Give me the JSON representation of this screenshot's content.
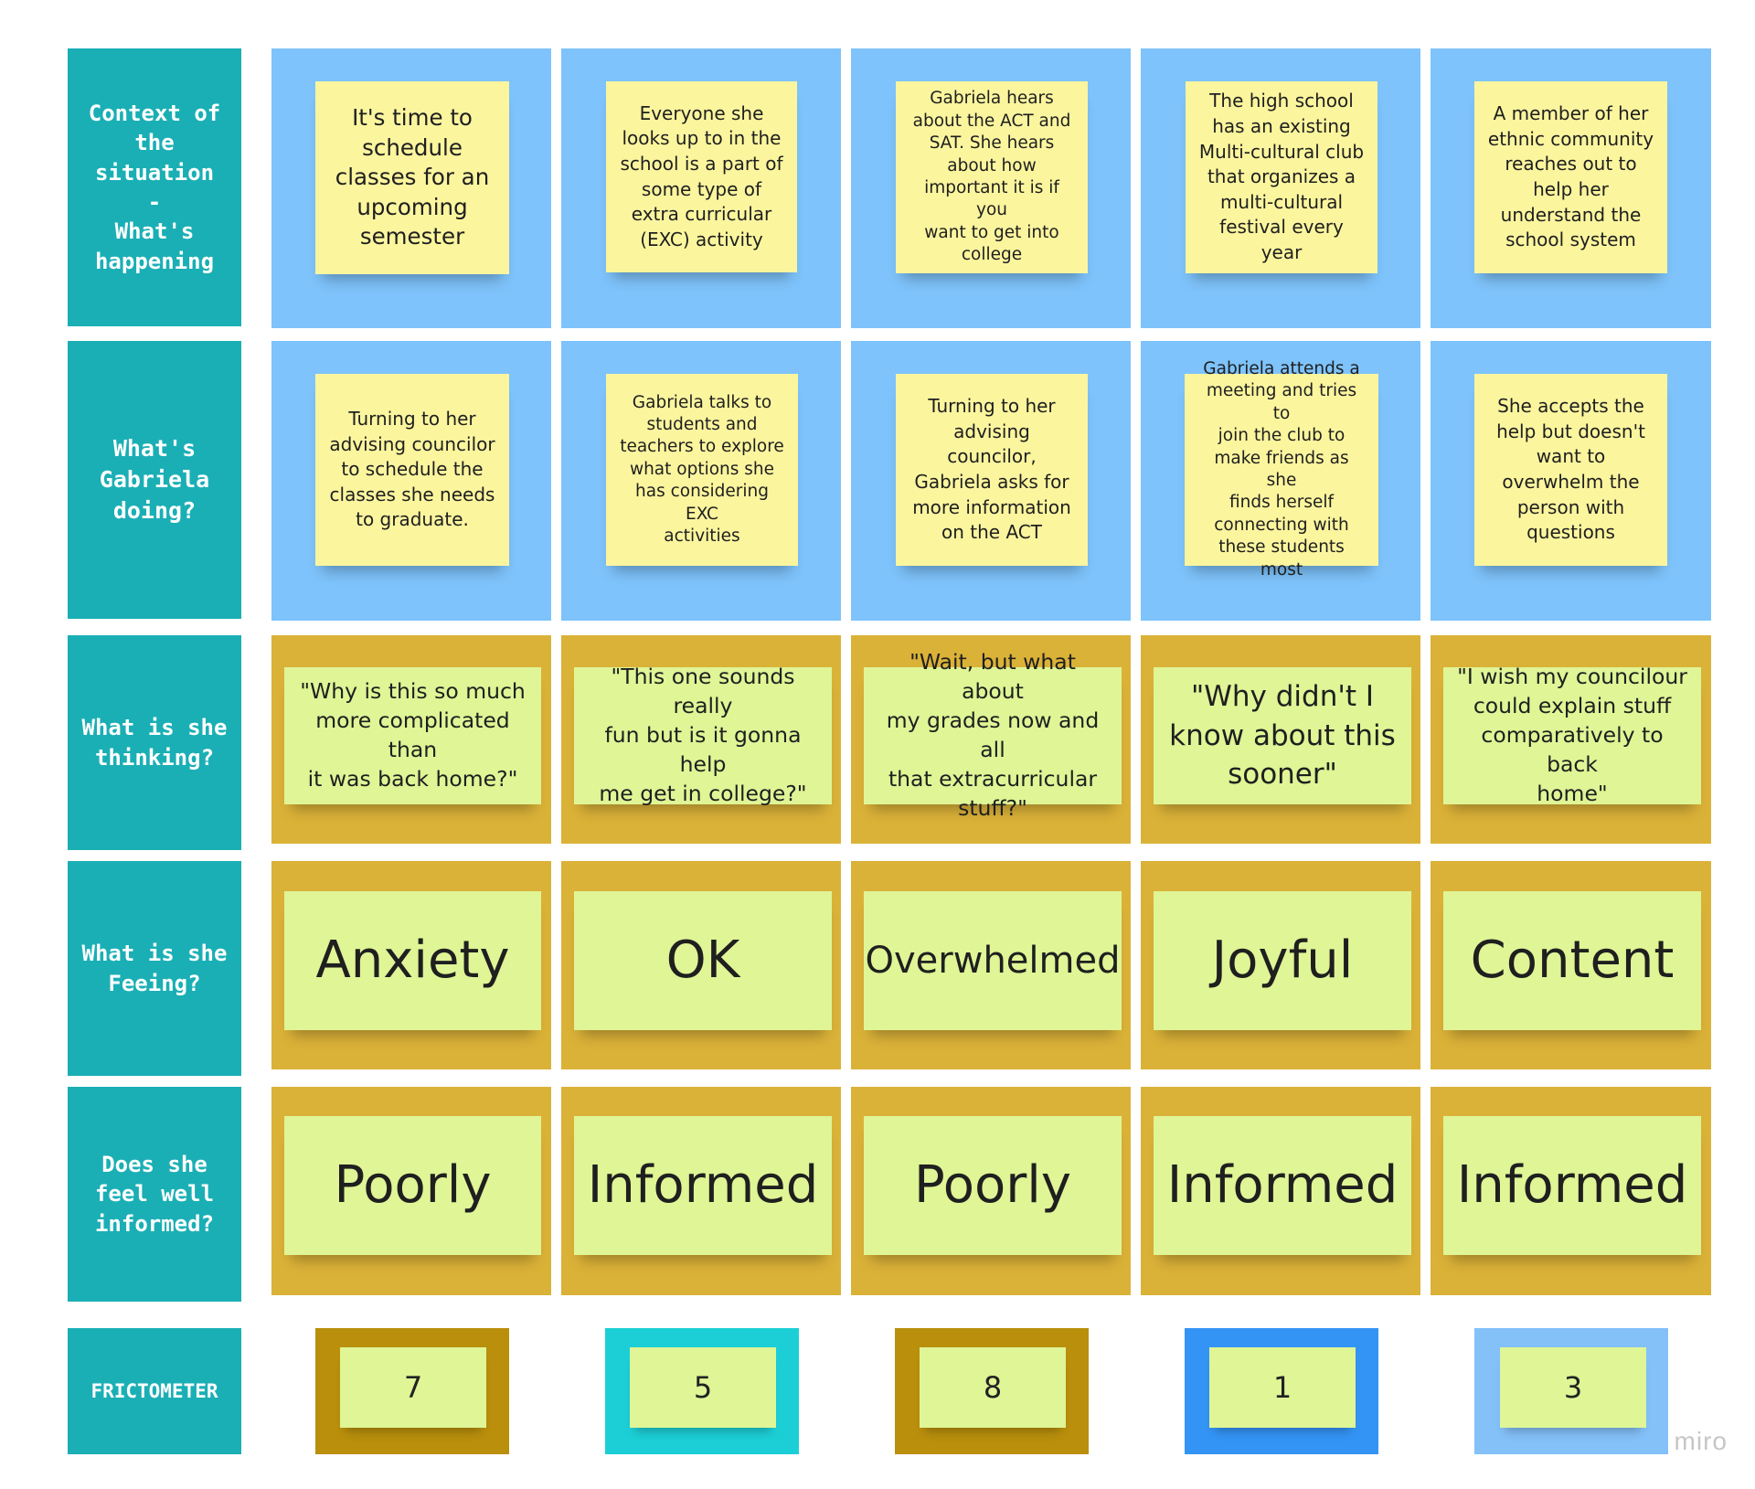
{
  "rows": [
    {
      "label": "Context of\nthe\nsituation\n-\nWhat's\nhappening"
    },
    {
      "label": "What's\nGabriela\ndoing?"
    },
    {
      "label": "What is she\nthinking?"
    },
    {
      "label": "What is she\nFeeing?"
    },
    {
      "label": "Does she\nfeel well\ninformed?"
    },
    {
      "label": "FRICTOMETER"
    }
  ],
  "context": [
    "It's time to\nschedule\nclasses for an\nupcoming\nsemester",
    "Everyone she\nlooks up to in the\nschool is a part of\nsome type of\nextra curricular\n(EXC) activity",
    "Gabriela hears\nabout the ACT and\nSAT. She hears\nabout how\nimportant it is if you\nwant to get into\ncollege",
    "The high school\nhas an existing\nMulti-cultural club\nthat organizes a\nmulti-cultural\nfestival every year",
    "A member of her\nethnic community\nreaches out to\nhelp her\nunderstand the\nschool system"
  ],
  "doing": [
    "Turning to her\nadvising councilor\nto schedule the\nclasses she needs\nto graduate.",
    "Gabriela talks to\nstudents and\nteachers to explore\nwhat options she\nhas considering EXC\nactivities",
    "Turning to her\nadvising\ncouncilor,\nGabriela asks for\nmore information\non the ACT",
    "Gabriela attends a\nmeeting and tries to\njoin the club to\nmake friends as she\nfinds herself\nconnecting with\nthese students most",
    "She accepts the\nhelp but doesn't\nwant to\noverwhelm the\nperson with\nquestions"
  ],
  "thinking": [
    "\"Why is this so much\nmore complicated than\nit was back home?\"",
    "\"This one sounds really\nfun but is it gonna help\nme get in college?\"",
    "\"Wait, but what about\nmy grades now and all\nthat extracurricular\nstuff?\"",
    "\"Why didn't I\nknow about this\nsooner\"",
    "\"I wish my councilour\ncould explain stuff\ncomparatively to back\nhome\""
  ],
  "feeling": [
    "Anxiety",
    "OK",
    "Overwhelmed",
    "Joyful",
    "Content"
  ],
  "informed": [
    "Poorly",
    "Informed",
    "Poorly",
    "Informed",
    "Informed"
  ],
  "frictometer": [
    {
      "value": "7",
      "color": "#b98f0c"
    },
    {
      "value": "5",
      "color": "#1ccfd6"
    },
    {
      "value": "8",
      "color": "#b98f0c"
    },
    {
      "value": "1",
      "color": "#3394f5"
    },
    {
      "value": "3",
      "color": "#84c1f9"
    }
  ],
  "watermark": "miro"
}
